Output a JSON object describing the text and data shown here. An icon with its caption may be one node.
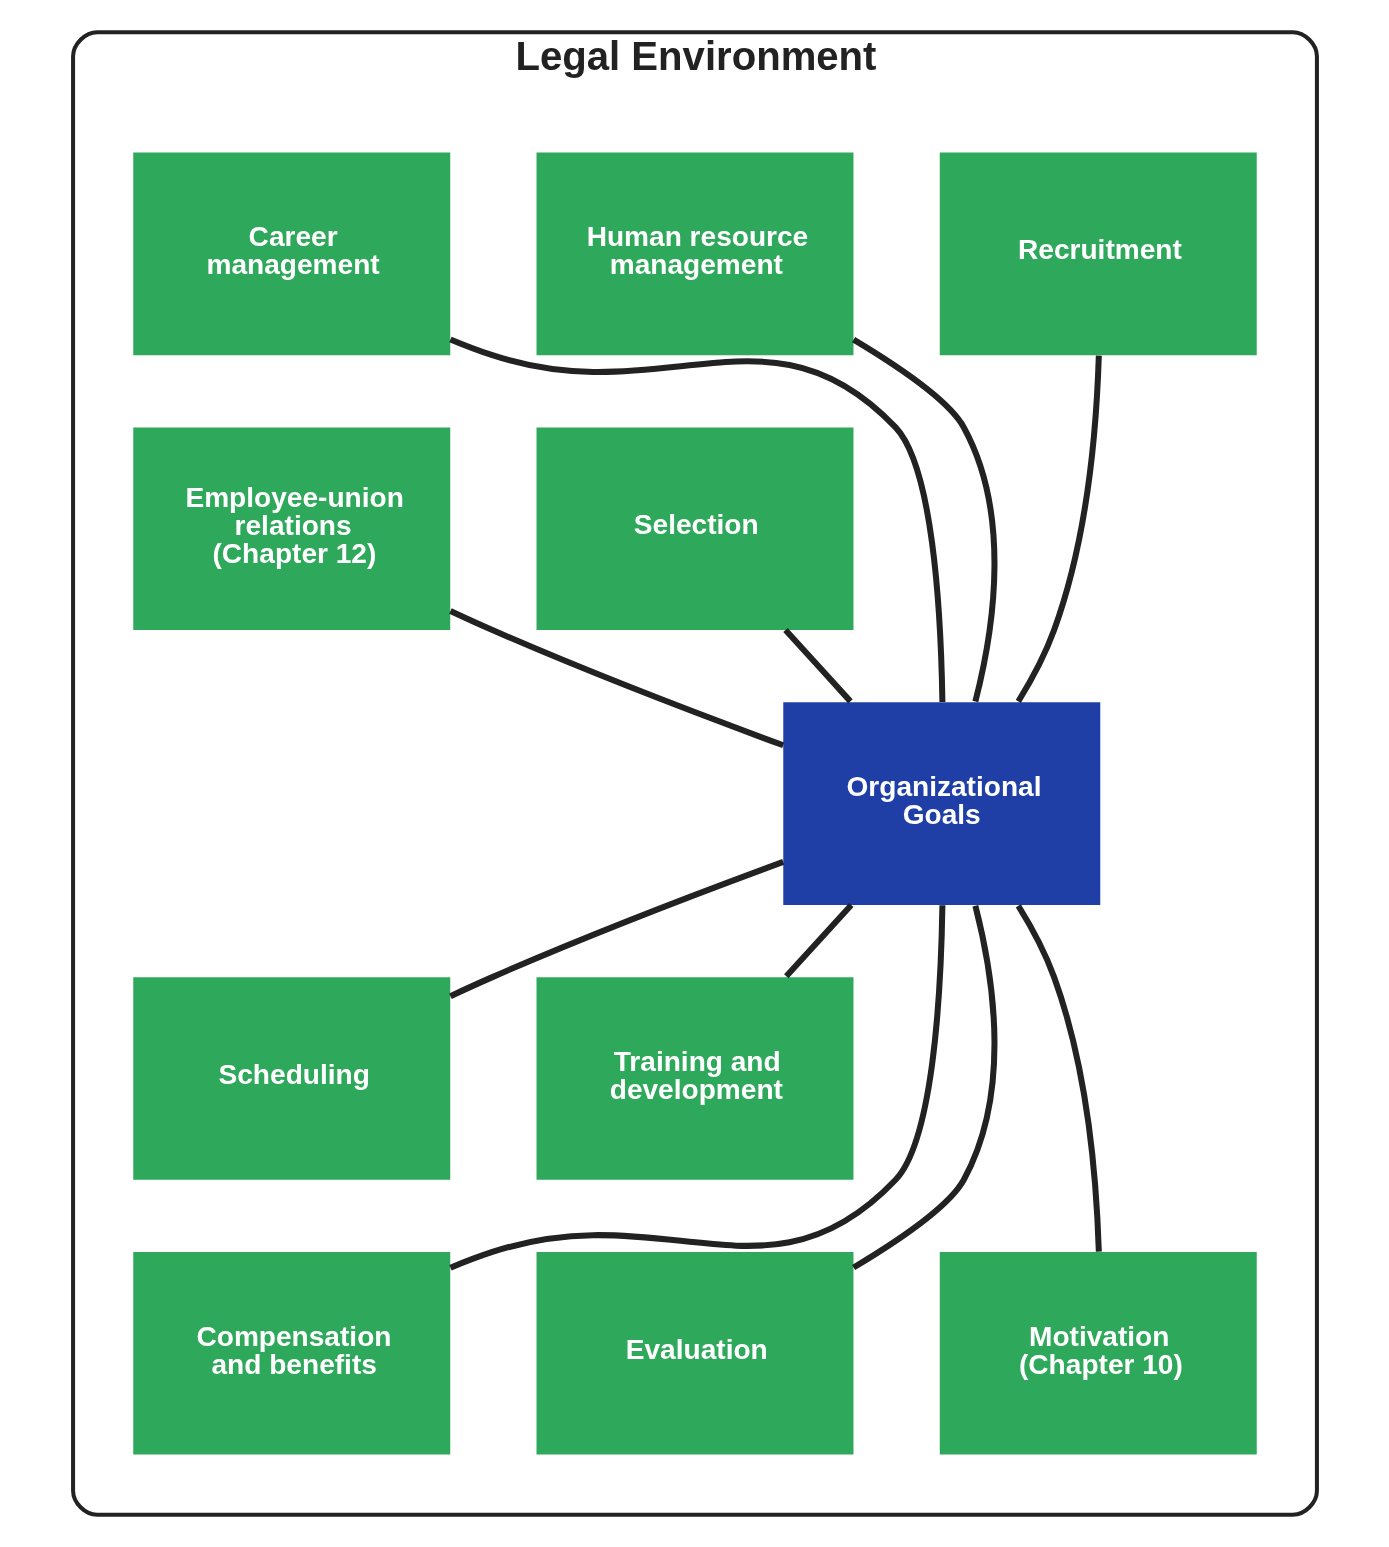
{
  "diagram": {
    "nodes": [
      {
        "text": [
          "Legal Environment"
        ]
      },
      {
        "text": [
          "Human resource management"
        ],
        "in": 0
      },
      {
        "text": [
          "Career management"
        ],
        "in": 0
      },
      {
        "text": [
          "Recruitment"
        ],
        "in": 0
      },
      {
        "text": [
          "Employee-union relations (Chapter 12)"
        ],
        "in": 0
      },
      {
        "text": [
          "Selection"
        ],
        "in": 0
      },
      {
        "text": [
          "Organizational Goals"
        ],
        "in": 0
      },
      {
        "text": [
          "Scheduling"
        ],
        "in": 0
      },
      {
        "text": [
          "Training and development"
        ],
        "in": 0
      },
      {
        "text": [
          "Compensation and benefits"
        ],
        "in": 0
      },
      {
        "text": [
          "Motivation (Chapter 10)"
        ],
        "in": 0
      },
      {
        "text": [
          "Evaluation"
        ],
        "in": 0
      }
    ],
    "edges": [
      {
        "from": 2,
        "to": 6,
        "arrow": "none"
      },
      {
        "from": 1,
        "to": 6,
        "arrow": "none"
      },
      {
        "from": 3,
        "to": 6,
        "arrow": "none"
      },
      {
        "from": 4,
        "to": 6,
        "arrow": "none"
      },
      {
        "from": 5,
        "to": 6,
        "arrow": "none"
      },
      {
        "from": 6,
        "to": 7,
        "arrow": "none"
      },
      {
        "from": 6,
        "to": 8,
        "arrow": "none"
      },
      {
        "from": 6,
        "to": 9,
        "arrow": "none"
      },
      {
        "from": 6,
        "to": 11,
        "arrow": "none"
      },
      {
        "from": 6,
        "to": 10,
        "arrow": "none"
      }
    ]
  }
}
